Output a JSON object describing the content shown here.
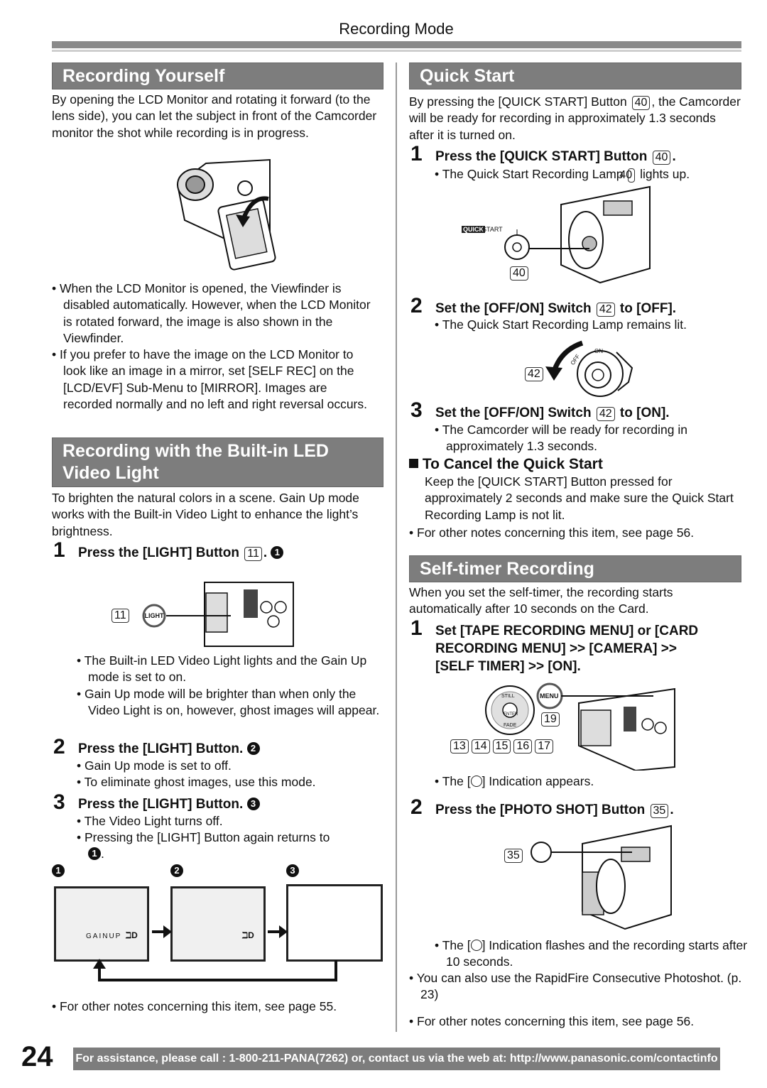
{
  "header": {
    "title": "Recording Mode"
  },
  "left": {
    "recording_yourself": {
      "title": "Recording Yourself",
      "intro": "By opening the LCD Monitor and rotating it forward (to the lens side), you can let the subject in front of the Camcorder monitor the shot while recording is in progress.",
      "bullets": [
        "When the LCD Monitor is opened, the Viewfinder is disabled automatically. However, when the LCD Monitor is rotated forward, the image is also shown in the Viewfinder.",
        "If you prefer to have the image on the LCD Monitor to look like an image in a mirror, set [SELF REC] on the [LCD/EVF] Sub-Menu to [MIRROR]. Images are recorded normally and no left and right reversal occurs."
      ]
    },
    "led_light": {
      "title_line1": "Recording with the Built-in LED",
      "title_line2": "Video Light",
      "intro": "To brighten the natural colors in a scene. Gain Up mode works with the Built-in Video Light to enhance the light’s brightness.",
      "step1": {
        "num": "1",
        "text": "Press the [LIGHT] Button",
        "ref": "11",
        "marker": "1"
      },
      "light_callout": "11",
      "light_label": "LIGHT",
      "step1_bullets": [
        "The Built-in LED Video Light lights and the Gain Up mode is set to on.",
        "Gain Up mode will be brighter than when only the Video Light is on, however, ghost images will appear."
      ],
      "step2": {
        "num": "2",
        "text": "Press the [LIGHT] Button.",
        "marker": "2"
      },
      "step2_bullets": [
        "Gain Up mode is set to off.",
        "To eliminate ghost images, use this mode."
      ],
      "step3": {
        "num": "3",
        "text": "Press the [LIGHT] Button.",
        "marker": "3"
      },
      "step3_bullets": [
        "The Video Light turns off.",
        "Pressing the [LIGHT] Button again returns to"
      ],
      "step3_return_marker": "1",
      "screens": [
        {
          "marker": "1",
          "label": "GAINUP"
        },
        {
          "marker": "2",
          "label": ""
        },
        {
          "marker": "3",
          "label": ""
        }
      ],
      "note": "For other notes concerning this item, see page 55."
    }
  },
  "right": {
    "quick_start": {
      "title": "Quick Start",
      "intro_a": "By pressing the [QUICK START] Button",
      "intro_ref": "40",
      "intro_b": ", the Camcorder will be ready for recording in approximately 1.3 seconds after it is turned on.",
      "step1": {
        "num": "1",
        "text": "Press the [QUICK START] Button",
        "ref": "40"
      },
      "step1_bullet_a": "The Quick Start Recording Lamp",
      "step1_bullet_ref": "40",
      "step1_bullet_b": "lights up.",
      "illus_quick": "QUICK",
      "illus_start": "START",
      "illus_ref": "40",
      "step2": {
        "num": "2",
        "text_a": "Set the [OFF/ON] Switch",
        "ref": "42",
        "text_b": "to [OFF]."
      },
      "step2_bullet": "The Quick Start Recording Lamp remains lit.",
      "switch_ref": "42",
      "switch_off": "OFF",
      "switch_on": "ON",
      "step3": {
        "num": "3",
        "text_a": "Set the [OFF/ON] Switch",
        "ref": "42",
        "text_b": "to [ON]."
      },
      "step3_bullet": "The Camcorder will be ready for recording in approximately 1.3 seconds.",
      "cancel_title": "To Cancel the Quick Start",
      "cancel_text": "Keep the [QUICK START] Button pressed for approximately 2 seconds and make sure the Quick Start Recording Lamp is not lit.",
      "note": "For other notes concerning this item, see page 56."
    },
    "self_timer": {
      "title": "Self-timer Recording",
      "intro": "When you set the self-timer, the recording starts automatically after 10 seconds on the Card.",
      "step1": {
        "num": "1",
        "line1": "Set [TAPE RECORDING MENU] or [CARD",
        "line2": "RECORDING MENU] >> [CAMERA] >>",
        "line3": "[SELF TIMER] >> [ON]."
      },
      "illus_refs": [
        "13",
        "14",
        "15",
        "16",
        "17"
      ],
      "illus_menu_ref": "19",
      "illus_menu": "MENU",
      "illus_still": "STILL",
      "illus_enter": "ENTER",
      "illus_fade": "FADE",
      "step1_bullet_a": "The [",
      "step1_bullet_b": "] Indication appears.",
      "step2": {
        "num": "2",
        "text": "Press the [PHOTO SHOT] Button",
        "ref": "35"
      },
      "photo_ref": "35",
      "step2_bullet_a": "The [",
      "step2_bullet_b": "] Indication flashes and the recording starts after 10 seconds.",
      "bullet_rapid": "You can also use the RapidFire Consecutive Photoshot. (p. 23)",
      "note": "For other notes concerning this item, see page 56."
    }
  },
  "footer": {
    "page_number": "24",
    "assist_a": "For assistance, please call : ",
    "assist_phone": "1-800-211-PANA(7262)",
    "assist_b": " or, contact us via the web at: http://www.panasonic.com/contactinfo"
  }
}
